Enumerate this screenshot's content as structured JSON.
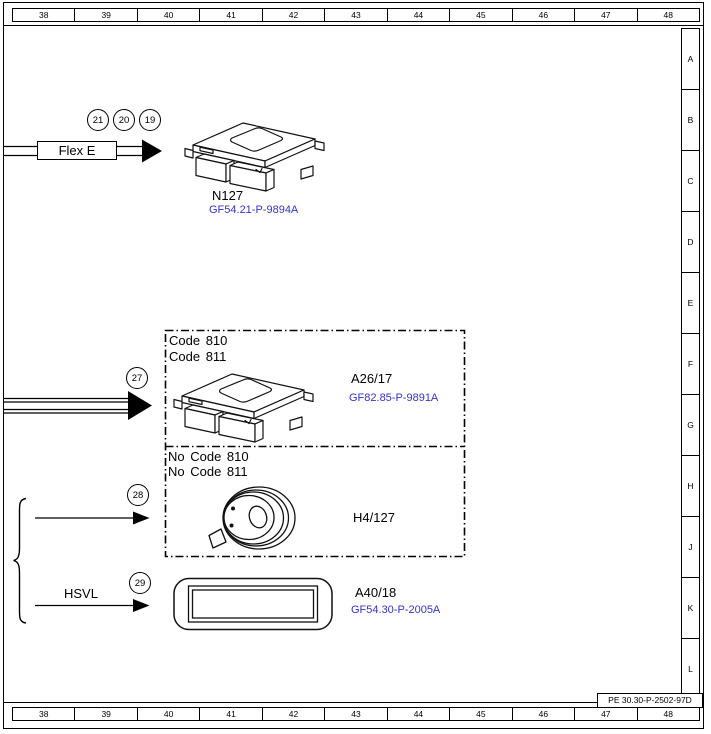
{
  "frame": {
    "columns": [
      "38",
      "39",
      "40",
      "41",
      "42",
      "43",
      "44",
      "45",
      "46",
      "47",
      "48"
    ],
    "rows": [
      "A",
      "B",
      "C",
      "D",
      "E",
      "F",
      "G",
      "H",
      "J",
      "K",
      "L"
    ],
    "doc_ref": "PE 30.30-P-2502-97D"
  },
  "colors": {
    "link": "#3333cc",
    "line": "#000000"
  },
  "flex_e_group": {
    "callouts": [
      "21",
      "20",
      "19"
    ],
    "wire_label": "Flex E",
    "component_code": "N127",
    "component_link": "GF54.21-P-9894A"
  },
  "coded_group": {
    "callout": "27",
    "conditions": [
      "Code 810",
      "Code 811"
    ],
    "component_code": "A26/17",
    "component_link": "GF82.85-P-9891A"
  },
  "uncoded_group": {
    "callout": "28",
    "conditions": [
      "No Code 810",
      "No Code 811"
    ],
    "component_code": "H4/127"
  },
  "hsvl_group": {
    "callout": "29",
    "wire_label": "HSVL",
    "component_code": "A40/18",
    "component_link": "GF54.30-P-2005A"
  }
}
